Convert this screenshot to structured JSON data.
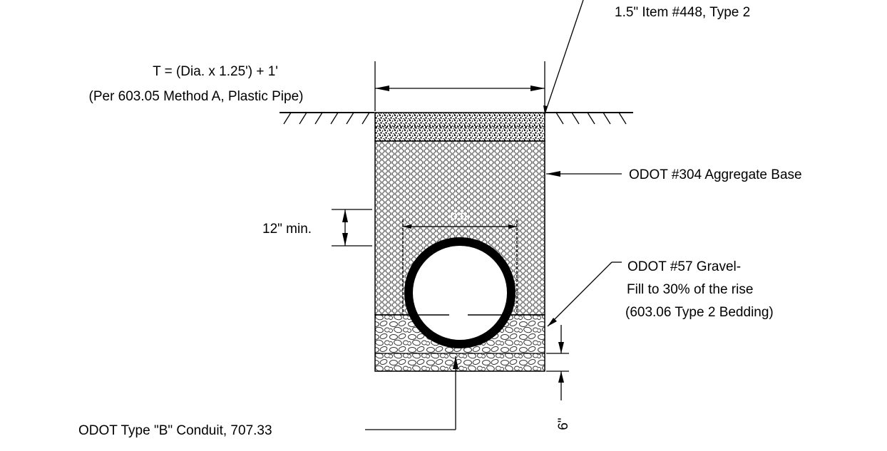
{
  "labels": {
    "surface_spec": "1.5\" Item #448, Type 2",
    "trench_formula": "T = (Dia. x 1.25') + 1'",
    "trench_method": "(Per 603.05 Method A, Plastic Pipe)",
    "aggregate_base": "ODOT #304 Aggregate Base",
    "cover_min": "12\" min.",
    "od": "O.D.",
    "gravel_line1": "ODOT #57 Gravel-",
    "gravel_line2": "Fill to 30% of the rise",
    "gravel_line3": "(603.06 Type 2 Bedding)",
    "conduit": "ODOT Type \"B\" Conduit, 707.33",
    "bedding_depth": "6\""
  }
}
